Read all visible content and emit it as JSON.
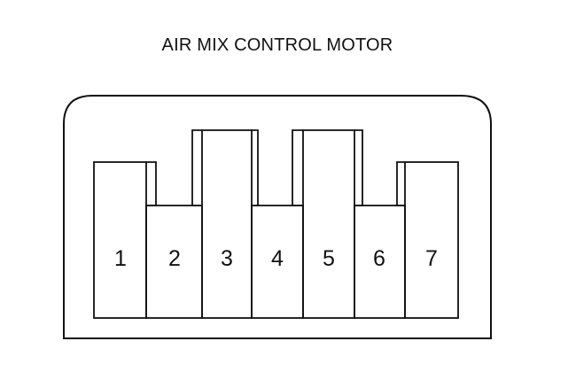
{
  "title": "AIR MIX CONTROL MOTOR",
  "pins": [
    "1",
    "2",
    "3",
    "4",
    "5",
    "6",
    "7"
  ],
  "colors": {
    "line": "#111111",
    "background": "#ffffff"
  }
}
